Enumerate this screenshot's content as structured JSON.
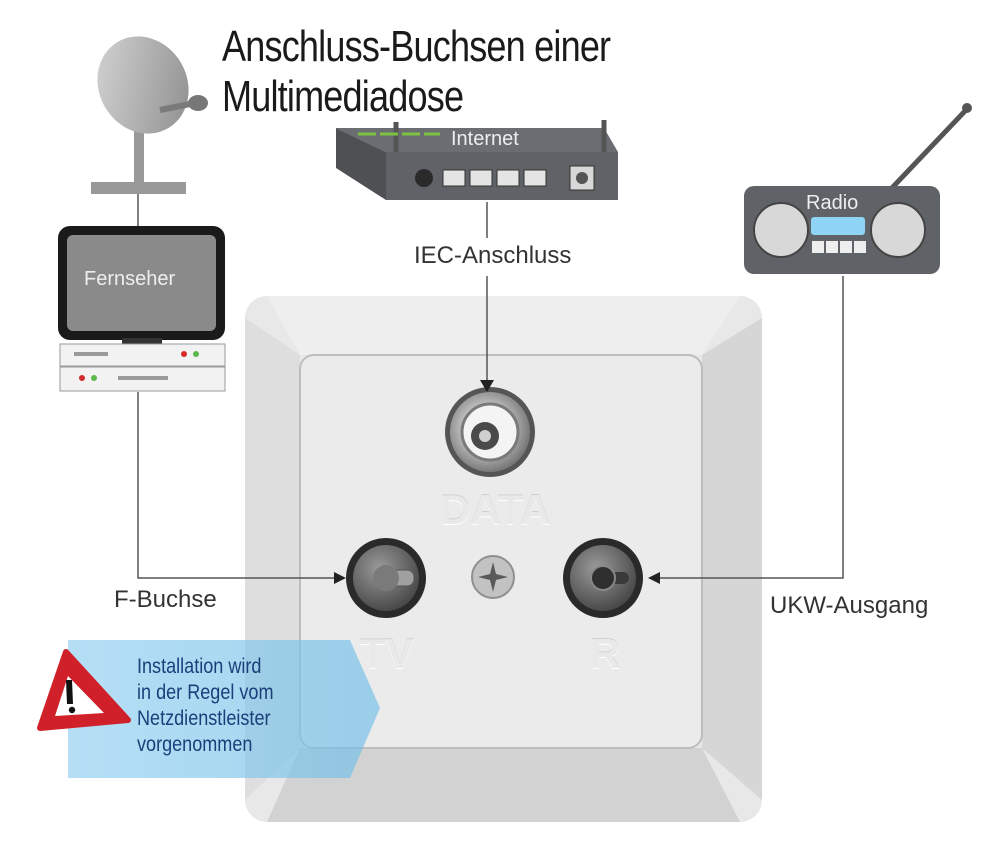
{
  "title": "Anschluss-Buchsen einer Multimediadose",
  "devices": {
    "tv": "Fernseher",
    "router": "Internet",
    "radio": "Radio"
  },
  "connections": {
    "iec": "IEC-Anschluss",
    "f_socket": "F-Buchse",
    "ukw": "UKW-Ausgang"
  },
  "socket_labels": {
    "data": "DATA",
    "tv": "TV",
    "radio": "R"
  },
  "warning": {
    "line1": "Installation wird",
    "line2": "in der Regel vom",
    "line3": "Netzdienstleister",
    "line4": "vorgenommen"
  },
  "colors": {
    "device_gray": "#5f6266",
    "plate": "#e6e6e6",
    "warning_red": "#d0202a",
    "warning_blue": "#7fc4ea",
    "text_blue": "#1c3f7a"
  }
}
